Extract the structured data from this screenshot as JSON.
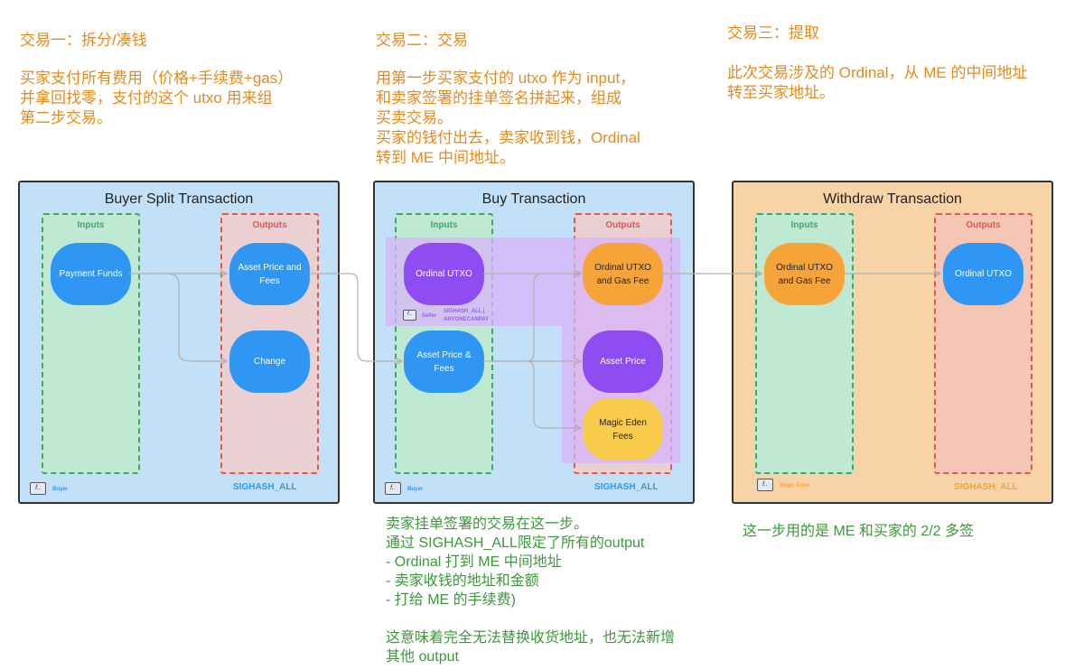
{
  "notes": {
    "step1_title": "交易一：拆分/凑钱",
    "step1_body": "买家支付所有费用（价格+手续费+gas）\n并拿回找零，支付的这个 utxo 用来组\n第二步交易。",
    "step2_title": "交易二：交易",
    "step2_body": "用第一步买家支付的 utxo 作为 input，\n和卖家签署的挂单签名拼起来，组成\n买卖交易。\n买家的钱付出去，卖家收到钱，Ordinal\n转到 ME 中间地址。",
    "step3_title": "交易三：提取",
    "step3_body": "此次交易涉及的 Ordinal，从 ME 的中间地址\n转至买家地址。",
    "step2_footer": "卖家挂单签署的交易在这一步。\n通过 SIGHASH_ALL限定了所有的output\n- Ordinal 打到 ME 中间地址\n- 卖家收钱的地址和金额\n- 打给 ME 的手续费)\n\n这意味着完全无法替换收货地址，也无法新增\n其他 output",
    "step3_footer": "这一步用的是 ME 和买家的 2/2 多签"
  },
  "panels": [
    {
      "title": "Buyer Split Transaction",
      "inputs_label": "Inputs",
      "outputs_label": "Outputs",
      "inputs": [
        "Payment Funds"
      ],
      "outputs": [
        "Asset Price and Fees",
        "Change"
      ],
      "signer": "Buyer",
      "sighash": "SIGHASH_ALL"
    },
    {
      "title": "Buy Transaction",
      "inputs_label": "Inputs",
      "outputs_label": "Outputs",
      "inputs": [
        "Ordinal UTXO",
        "Asset Price & Fees"
      ],
      "outputs": [
        "Ordinal UTXO and Gas Fee",
        "Asset Price",
        "Magic Eden Fees"
      ],
      "seller_signer": "Seller",
      "seller_sighash": "SIGHASH_ALL |\nANYONECANPAY",
      "signer": "Buyer",
      "sighash": "SIGHASH_ALL"
    },
    {
      "title": "Withdraw Transaction",
      "inputs_label": "Inputs",
      "outputs_label": "Outputs",
      "inputs": [
        "Ordinal UTXO and Gas Fee"
      ],
      "outputs": [
        "Ordinal UTXO"
      ],
      "signer": "Magic Eden",
      "sighash": "SIGHASH_ALL"
    }
  ],
  "colors": {
    "note_orange": "#e8891c",
    "note_green": "#3a9a3a",
    "payment": "#2f96f3",
    "ordinal": "#8f4cf0",
    "gas": "#f6a43a",
    "fees": "#f8cc4a",
    "panel_blue": "#c2e0f8",
    "panel_orange": "#f7d3a6"
  },
  "icons": {
    "signature": "signature-icon"
  }
}
